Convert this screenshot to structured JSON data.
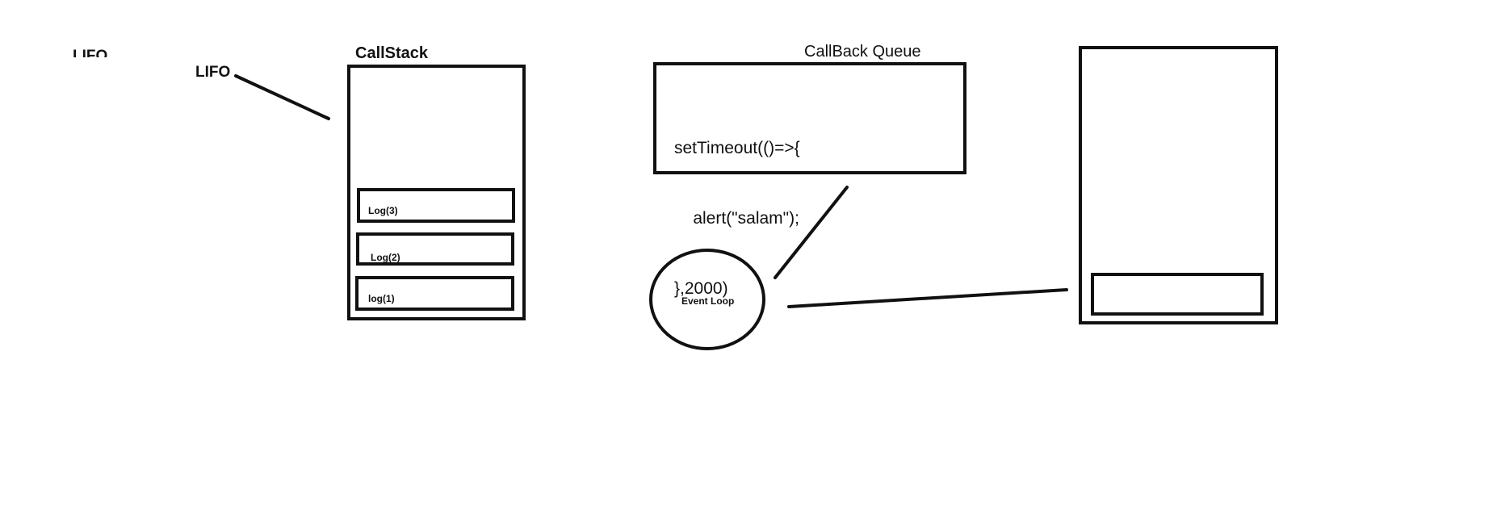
{
  "labels": {
    "lifo_clipped": "LIFO",
    "lifo": "LIFO",
    "callstack_title": "CallStack",
    "callback_queue_title": "CallBack Queue",
    "event_loop": "Event Loop"
  },
  "callstack": {
    "items": [
      "Log(3)",
      "Log(2)",
      "log(1)"
    ]
  },
  "callback_queue": {
    "code_lines": [
      "setTimeout(()=>{",
      "    alert(\"salam\");",
      "},2000)"
    ]
  },
  "colors": {
    "stroke": "#111111",
    "background": "#ffffff"
  }
}
